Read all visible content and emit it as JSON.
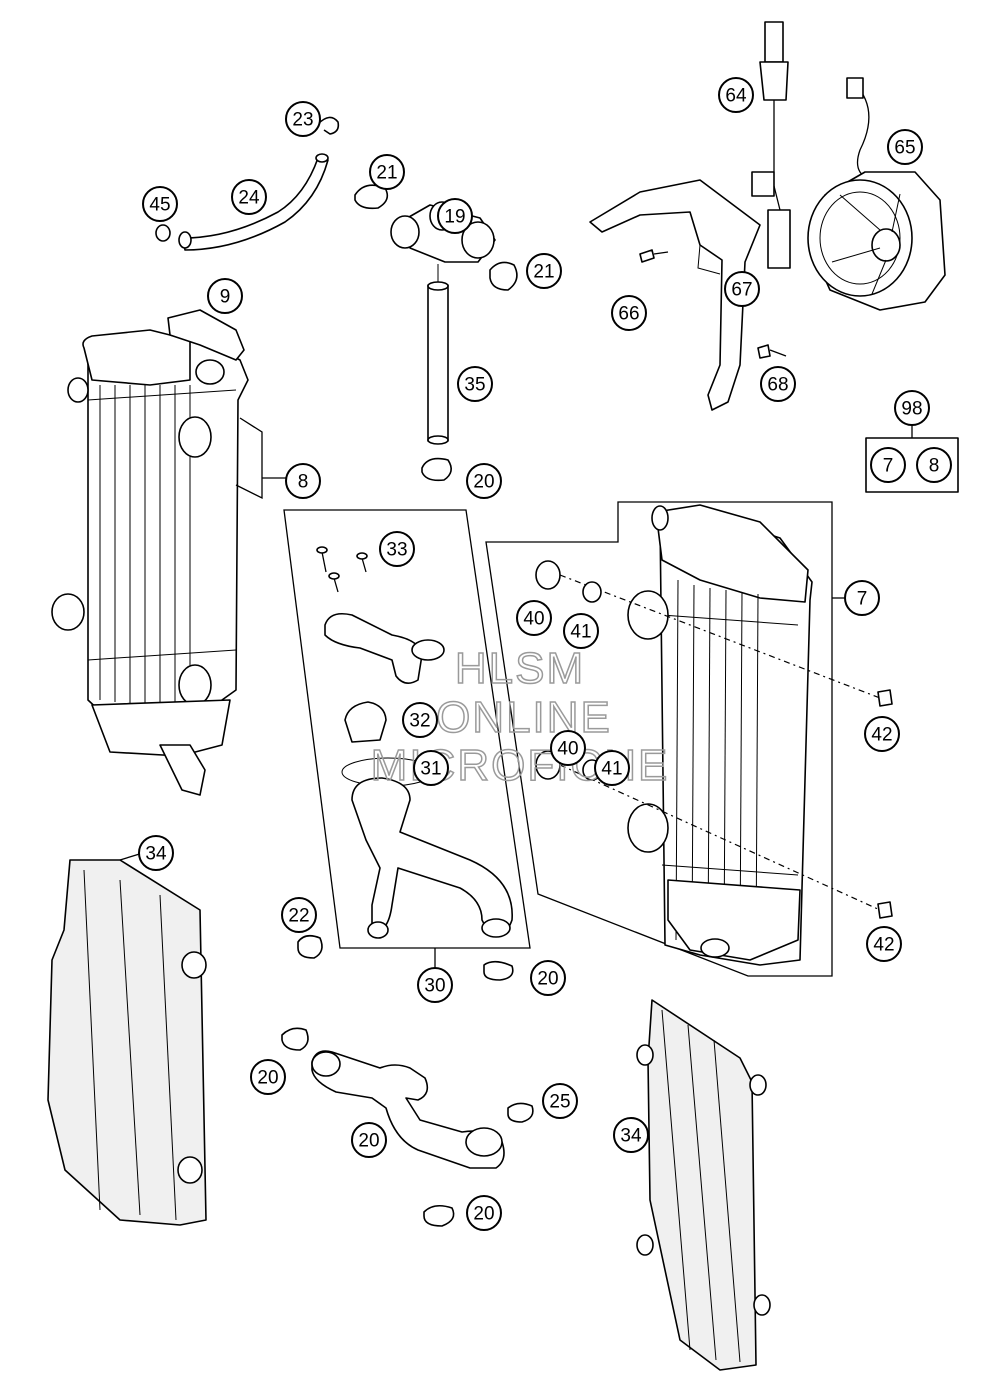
{
  "callouts": [
    "23",
    "45",
    "24",
    "21",
    "19",
    "21",
    "9",
    "35",
    "20",
    "8",
    "64",
    "65",
    "66",
    "67",
    "68",
    "98",
    "7",
    "8",
    "33",
    "7",
    "40",
    "41",
    "32",
    "40",
    "41",
    "31",
    "42",
    "42",
    "34",
    "22",
    "30",
    "20",
    "20",
    "25",
    "20",
    "20",
    "34"
  ],
  "watermark": [
    "HLSM",
    "ONLINE",
    "MICROFICHE"
  ]
}
